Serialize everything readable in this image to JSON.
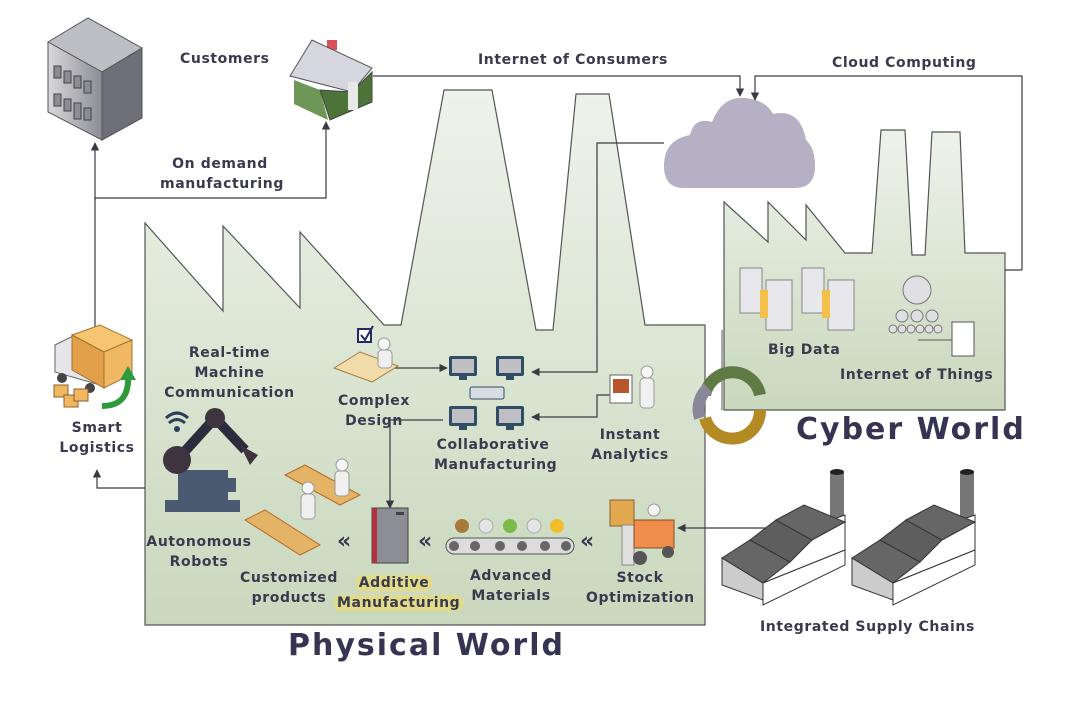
{
  "diagram": {
    "title_physical": "Physical World",
    "title_cyber": "Cyber World",
    "colors": {
      "factory_fill": "#cfdcc3",
      "cloud": "#b5b0c4",
      "text": "#3a3a4e",
      "highlight": "#e2dc8a",
      "cycle_green": "#5f7a44",
      "cycle_gold": "#b48a24",
      "cycle_gray": "#8a8898"
    },
    "labels": {
      "customers": "Customers",
      "internet_of_consumers": "Internet of Consumers",
      "cloud_computing": "Cloud Computing",
      "on_demand_1": "On demand",
      "on_demand_2": "manufacturing",
      "smart_logistics_1": "Smart",
      "smart_logistics_2": "Logistics",
      "realtime_1": "Real-time",
      "realtime_2": "Machine",
      "realtime_3": "Communication",
      "complex_design_1": "Complex",
      "complex_design_2": "Design",
      "collab_1": "Collaborative",
      "collab_2": "Manufacturing",
      "instant_1": "Instant",
      "instant_2": "Analytics",
      "autonomous_1": "Autonomous",
      "autonomous_2": "Robots",
      "customized_1": "Customized",
      "customized_2": "products",
      "additive_1": "Additive",
      "additive_2": "Manufacturing",
      "advanced_1": "Advanced",
      "advanced_2": "Materials",
      "stock_1": "Stock",
      "stock_2": "Optimization",
      "big_data": "Big Data",
      "iot": "Internet of Things",
      "supply_chains": "Integrated Supply Chains"
    },
    "flow_chevron": "«"
  }
}
